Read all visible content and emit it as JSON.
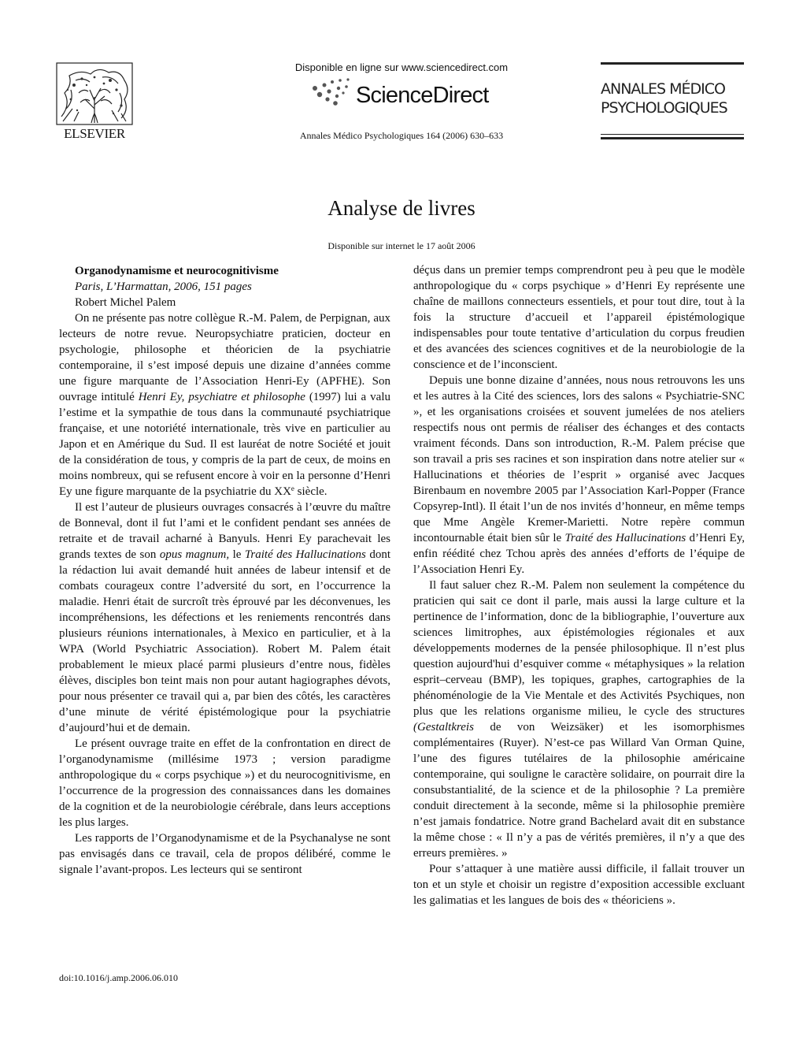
{
  "header": {
    "publisher": "ELSEVIER",
    "sd_available": "Disponible en ligne sur www.sciencedirect.com",
    "sd_brand": "ScienceDirect",
    "citation": "Annales Médico Psychologiques 164 (2006) 630–633",
    "journal_line1": "ANNALES MÉDICO",
    "journal_line2": "PSYCHOLOGIQUES"
  },
  "section_title": "Analyse de livres",
  "online_date": "Disponible sur internet le 17 août 2006",
  "article": {
    "title": "Organodynamisme et neurocognitivisme",
    "publication": "Paris, L’Harmattan, 2006, 151 pages",
    "author": "Robert Michel Palem"
  },
  "left_col": {
    "p1_a": "On ne présente pas notre collègue R.-M. Palem, de Perpignan, aux lecteurs de notre revue. Neuropsychiatre praticien, docteur en psychologie, philosophe et théoricien de la psychiatrie contemporaine, il s’est imposé depuis une dizaine d’années comme une figure marquante de l’Association Henri-Ey (APFHE). Son ouvrage intitulé ",
    "p1_italic": "Henri Ey, psychiatre et philosophe",
    "p1_b": " (1997) lui a valu l’estime et la sympathie de tous dans la communauté psychiatrique française, et une notoriété internationale, très vive en particulier au Japon et en Amérique du Sud. Il est lauréat de notre Société et jouit de la considération de tous, y compris de la part de ceux, de moins en moins nombreux, qui se refusent encore à voir en la personne d’Henri Ey une figure marquante de la psychiatrie du ",
    "p1_century": "XX",
    "p1_sup": "e",
    "p1_end": " siècle.",
    "p2_a": "Il est l’auteur de plusieurs ouvrages consacrés à l’œuvre du maître de Bonneval, dont il fut l’ami et le confident pendant ses années de retraite et de travail acharné à Banyuls. Henri Ey parachevait les grands textes de son ",
    "p2_italic1": "opus magnum,",
    "p2_b": " le ",
    "p2_italic2": "Traité des Hallucinations",
    "p2_c": " dont la rédaction lui avait demandé huit années de labeur intensif et de combats courageux contre l’adversité du sort, en l’occurrence la maladie. Henri était de surcroît très éprouvé par les déconvenues, les incompréhensions, les défections et les reniements rencontrés dans plusieurs réunions internationales, à Mexico en particulier, et à la WPA (World Psychiatric Association). Robert M. Palem était probablement le mieux placé parmi plusieurs d’entre nous, fidèles élèves, disciples bon teint mais non pour autant hagiographes dévots, pour nous présenter ce travail qui a, par bien des côtés, les caractères d’une minute de vérité épistémologique pour la psychiatrie d’aujourd’hui et de demain.",
    "p3": "Le présent ouvrage traite en effet de la confrontation en direct de l’organodynamisme (millésime 1973 ; version paradigme anthropologique du « corps psychique ») et du neurocognitivisme, en l’occurrence de la progression des connaissances dans les domaines de la cognition et de la neurobiologie cérébrale, dans leurs acceptions les plus larges.",
    "p4": "Les rapports de l’Organodynamisme et de la Psychanalyse ne sont pas envisagés dans ce travail, cela de propos délibéré, comme le signale l’avant-propos. Les lecteurs qui se sentiront"
  },
  "right_col": {
    "p0": "déçus dans un premier temps comprendront peu à peu que le modèle anthropologique du « corps psychique » d’Henri Ey représente une chaîne de maillons connecteurs essentiels, et pour tout dire, tout à la fois la structure d’accueil et l’appareil épistémologique indispensables pour toute tentative d’articulation du corpus freudien et des avancées des sciences cognitives et de la neurobiologie de la conscience et de l’inconscient.",
    "p1_a": "Depuis une bonne dizaine d’années, nous nous retrouvons les uns et les autres à la Cité des sciences, lors des salons « Psychiatrie-SNC », et les organisations croisées et souvent jumelées de nos ateliers respectifs nous ont permis de réaliser des échanges et des contacts vraiment féconds. Dans son introduction, R.-M. Palem précise que son travail a pris ses racines et son inspiration dans notre atelier sur « Hallucinations et théories de l’esprit » organisé avec Jacques Birenbaum en novembre 2005 par l’Association Karl-Popper (France Copsyrep-Intl). Il était l’un de nos invités d’honneur, en même temps que Mme Angèle Kremer-Marietti. Notre repère commun incontournable était bien sûr le ",
    "p1_italic": "Traité des Hallucinations",
    "p1_b": " d’Henri Ey, enfin réédité chez Tchou après des années d’efforts de l’équipe de l’Association Henri Ey.",
    "p2_a": "Il faut saluer chez R.-M. Palem non seulement la compétence du praticien qui sait ce dont il parle, mais aussi la large culture et la pertinence de l’information, donc de la bibliographie, l’ouverture aux sciences limitrophes, aux épistémologies régionales et aux développements modernes de la pensée philosophique. Il n’est plus question aujourd'hui d’esquiver comme « métaphysiques » la relation esprit–cerveau (BMP), les topiques, graphes, cartographies de la phénoménologie de la Vie Mentale et des Activités Psychiques, non plus que les relations organisme milieu, le cycle des structures ",
    "p2_italic": "(Gestaltkreis",
    "p2_b": " de von Weizsäker) et les isomorphismes complémentaires (Ruyer). N’est-ce pas Willard Van Orman Quine, l’une des figures tutélaires de la philosophie américaine contemporaine, qui souligne le caractère solidaire, on pourrait dire la consubstantialité, de la science et de la philosophie ? La première conduit directement à la seconde, même si la philosophie première n’est jamais fondatrice. Notre grand Bachelard avait dit en substance la même chose : « Il n’y a pas de vérités premières, il n’y a que des erreurs premières. »",
    "p3": "Pour s’attaquer à une matière aussi difficile, il fallait trouver un ton et un style et choisir un registre d’exposition accessible excluant les galimatias et les langues de bois des « théoriciens »."
  },
  "footer": {
    "doi": "doi:10.1016/j.amp.2006.06.010"
  }
}
